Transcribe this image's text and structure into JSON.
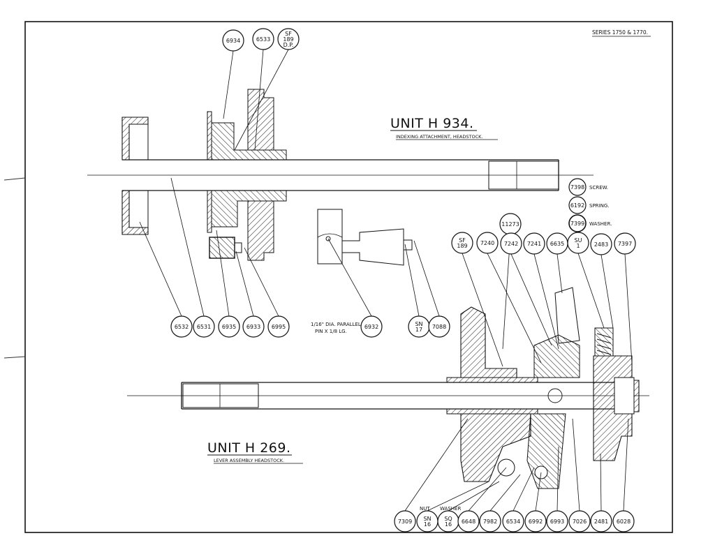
{
  "series": "SERIES 1750 & 1770.",
  "unit_h934": {
    "title": "UNIT  H 934.",
    "subtitle": "INDEXING ATTACHMENT, HEADSTOCK."
  },
  "unit_h269": {
    "title": "UNIT  H 269.",
    "subtitle": "LEVER ASSEMBLY HEADSTOCK."
  },
  "side_parts": [
    {
      "num": "7398",
      "desc": "SCREW."
    },
    {
      "num": "6192",
      "desc": "SPRING."
    },
    {
      "num": "7399",
      "desc": "WASHER."
    }
  ],
  "pin_note": [
    "1/16\" DIA. PARALLEL",
    "PIN X 1/8 LG."
  ],
  "nut_label": "NUT",
  "washer_label": "WASHER",
  "bubbles_top": [
    {
      "lines": [
        "6934"
      ]
    },
    {
      "lines": [
        "6533"
      ]
    },
    {
      "lines": [
        "SF",
        "189",
        "D.P."
      ]
    }
  ],
  "bubbles_upper_row": [
    {
      "lines": [
        "6532"
      ]
    },
    {
      "lines": [
        "6531"
      ]
    },
    {
      "lines": [
        "6935"
      ]
    },
    {
      "lines": [
        "6933"
      ]
    },
    {
      "lines": [
        "6995"
      ]
    },
    {
      "lines": [
        "6932"
      ]
    },
    {
      "lines": [
        "SN",
        "17"
      ]
    },
    {
      "lines": [
        "7088"
      ]
    }
  ],
  "bubbles_h269_top": [
    {
      "lines": [
        "11273"
      ]
    },
    {
      "lines": [
        "SF",
        "189"
      ]
    },
    {
      "lines": [
        "7240"
      ]
    },
    {
      "lines": [
        "7242"
      ]
    },
    {
      "lines": [
        "7241"
      ]
    },
    {
      "lines": [
        "6635"
      ]
    },
    {
      "lines": [
        "SU",
        "1"
      ]
    },
    {
      "lines": [
        "2483"
      ]
    },
    {
      "lines": [
        "7397"
      ]
    }
  ],
  "bubbles_bottom": [
    {
      "lines": [
        "7309"
      ]
    },
    {
      "lines": [
        "SN",
        "16"
      ]
    },
    {
      "lines": [
        "SQ",
        "16"
      ]
    },
    {
      "lines": [
        "6648"
      ]
    },
    {
      "lines": [
        "7982"
      ]
    },
    {
      "lines": [
        "6534"
      ]
    },
    {
      "lines": [
        "6992"
      ]
    },
    {
      "lines": [
        "6993"
      ]
    },
    {
      "lines": [
        "7026"
      ]
    },
    {
      "lines": [
        "2481"
      ]
    },
    {
      "lines": [
        "6028"
      ]
    }
  ]
}
